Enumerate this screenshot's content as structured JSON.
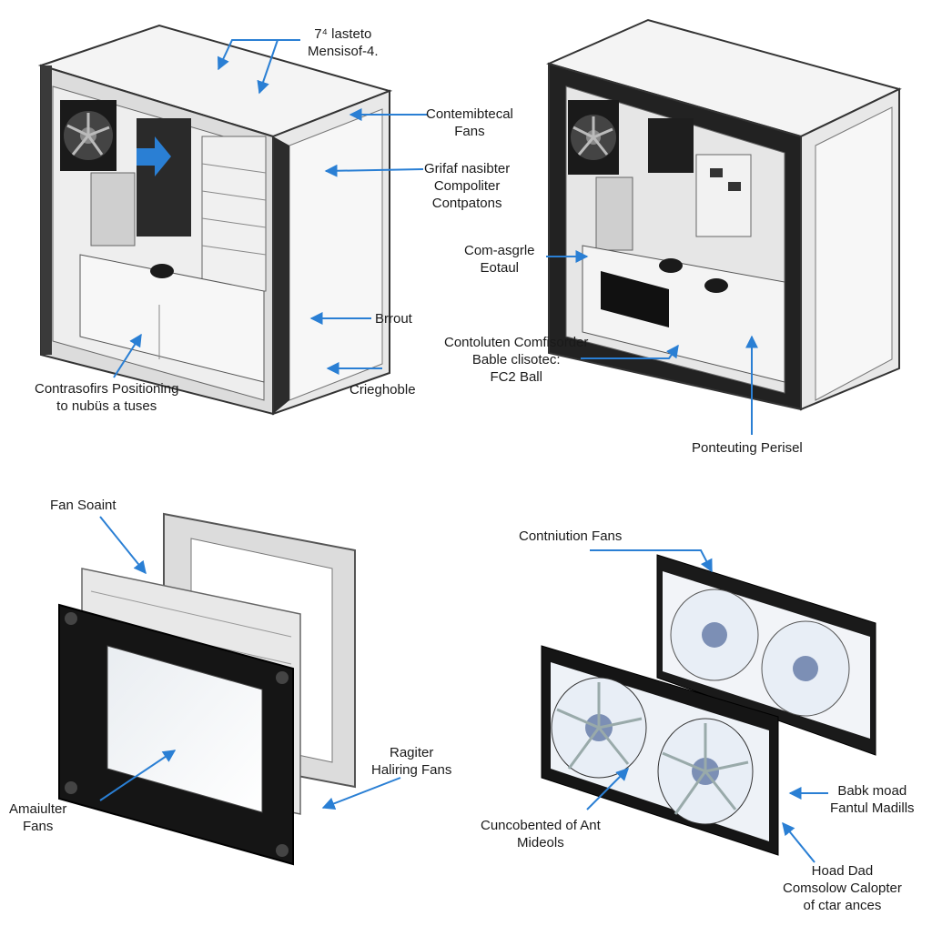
{
  "colors": {
    "arrow": "#2a7fd4",
    "case_body": "#f2f2f2",
    "case_edge": "#3a3a3a",
    "case_dark": "#1c1c1c",
    "fan_blade": "#eef2f7",
    "frame_black": "#151515"
  },
  "panels": {
    "top_left": {
      "labels": [
        [
          "7⁴ lasteto",
          "Mensisof-4."
        ],
        [
          "Contemibtecal",
          "Fans"
        ],
        [
          "Grifaf nasibter",
          "Compoliter",
          "Contpatons"
        ],
        [
          "Brrout"
        ],
        [
          "Crieghoble"
        ],
        [
          "Contrasofirs Positioning",
          "to nubüs a tuses"
        ]
      ],
      "icons": [
        "fan-icon",
        "blue-arrow-icon"
      ]
    },
    "top_right": {
      "labels": [
        [
          "Com-asgrle",
          "Eotaul"
        ],
        [
          "Contoluten Comfisorder",
          "Bable clisotec:",
          "FC2 Ball"
        ],
        [
          "Ponteuting Perisel"
        ]
      ],
      "icons": [
        "fan-icon"
      ]
    },
    "bottom_left": {
      "labels": [
        [
          "Fan Soaint"
        ],
        [
          "Ragiter",
          "Haliring Fans"
        ],
        [
          "Amaiulter",
          "Fans"
        ]
      ]
    },
    "bottom_right": {
      "labels": [
        [
          "Contniution Fans"
        ],
        [
          "Babk moad",
          "Fantul Madills"
        ],
        [
          "Cuncobented of Ant",
          "Mideols"
        ],
        [
          "Hoad Dad",
          "Comsolow Calopter",
          "of ctar ances"
        ]
      ],
      "icons": [
        "fan-icon",
        "fan-icon",
        "fan-icon",
        "fan-icon"
      ]
    }
  }
}
